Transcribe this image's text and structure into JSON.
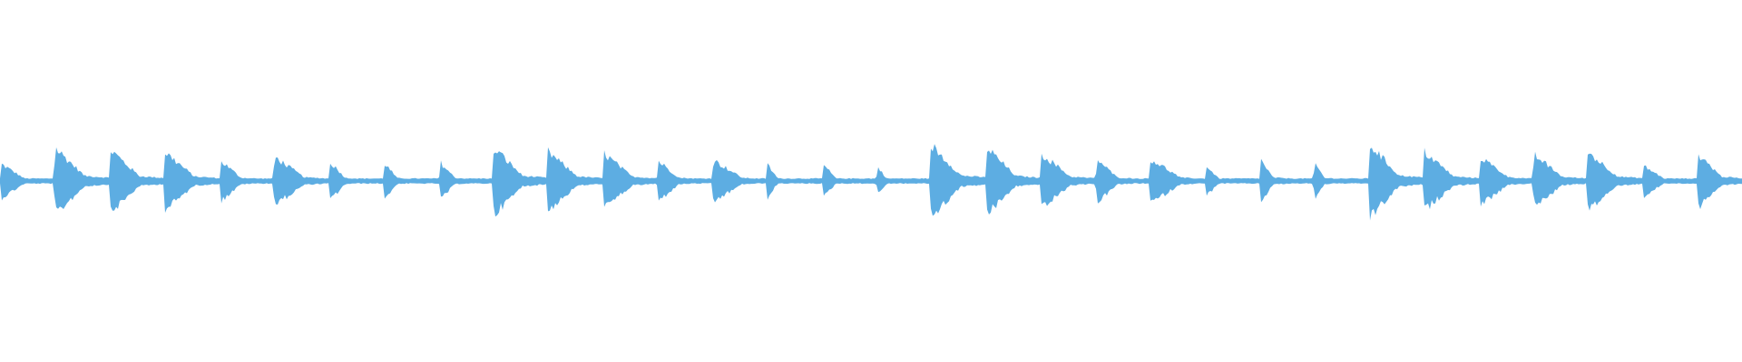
{
  "waveform": {
    "color": "#5dade2",
    "background": "#ffffff",
    "events": [
      {
        "t": 0.0,
        "a": 0.25,
        "d": 0.45
      },
      {
        "t": 0.031,
        "a": 0.48,
        "d": 0.55
      },
      {
        "t": 0.063,
        "a": 0.45,
        "d": 0.55
      },
      {
        "t": 0.094,
        "a": 0.42,
        "d": 0.55
      },
      {
        "t": 0.126,
        "a": 0.3,
        "d": 0.4
      },
      {
        "t": 0.157,
        "a": 0.35,
        "d": 0.55
      },
      {
        "t": 0.189,
        "a": 0.28,
        "d": 0.3
      },
      {
        "t": 0.22,
        "a": 0.27,
        "d": 0.25
      },
      {
        "t": 0.252,
        "a": 0.28,
        "d": 0.3
      },
      {
        "t": 0.283,
        "a": 0.48,
        "d": 0.55
      },
      {
        "t": 0.314,
        "a": 0.42,
        "d": 0.55
      },
      {
        "t": 0.346,
        "a": 0.4,
        "d": 0.55
      },
      {
        "t": 0.377,
        "a": 0.3,
        "d": 0.4
      },
      {
        "t": 0.409,
        "a": 0.3,
        "d": 0.55
      },
      {
        "t": 0.44,
        "a": 0.25,
        "d": 0.2
      },
      {
        "t": 0.472,
        "a": 0.25,
        "d": 0.25
      },
      {
        "t": 0.503,
        "a": 0.22,
        "d": 0.2
      },
      {
        "t": 0.534,
        "a": 0.52,
        "d": 0.55
      },
      {
        "t": 0.566,
        "a": 0.48,
        "d": 0.55
      },
      {
        "t": 0.597,
        "a": 0.4,
        "d": 0.55
      },
      {
        "t": 0.629,
        "a": 0.32,
        "d": 0.4
      },
      {
        "t": 0.66,
        "a": 0.32,
        "d": 0.55
      },
      {
        "t": 0.692,
        "a": 0.22,
        "d": 0.25
      },
      {
        "t": 0.723,
        "a": 0.32,
        "d": 0.25
      },
      {
        "t": 0.754,
        "a": 0.28,
        "d": 0.2
      },
      {
        "t": 0.786,
        "a": 0.52,
        "d": 0.55
      },
      {
        "t": 0.817,
        "a": 0.42,
        "d": 0.55
      },
      {
        "t": 0.849,
        "a": 0.35,
        "d": 0.55
      },
      {
        "t": 0.88,
        "a": 0.38,
        "d": 0.55
      },
      {
        "t": 0.911,
        "a": 0.42,
        "d": 0.55
      },
      {
        "t": 0.943,
        "a": 0.22,
        "d": 0.4
      },
      {
        "t": 0.974,
        "a": 0.4,
        "d": 0.55
      }
    ]
  }
}
